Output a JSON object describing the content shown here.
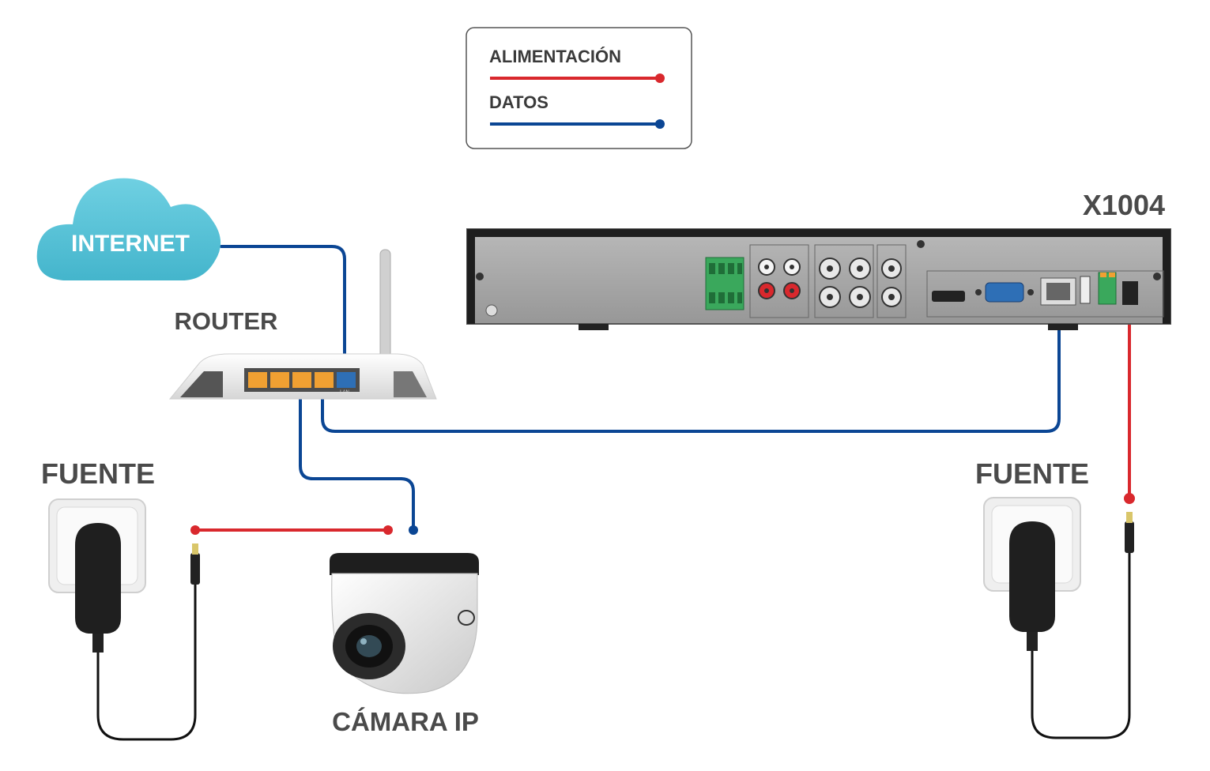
{
  "legend": {
    "power_label": "ALIMENTACIÓN",
    "data_label": "DATOS",
    "power_color": "#d9282d",
    "data_color": "#0b4694"
  },
  "labels": {
    "internet": "INTERNET",
    "router": "ROUTER",
    "dvr": "X1004",
    "power_left": "FUENTE",
    "power_right": "FUENTE",
    "camera": "CÁMARA IP"
  },
  "colors": {
    "cloud": "#5cc6d9",
    "dvr_body": "#a6a6a6",
    "port_orange": "#f0a032",
    "port_blue": "#2e6fb6",
    "green_terminal": "#3aa85c"
  },
  "icons": {
    "cloud": "cloud-icon",
    "router": "router-icon",
    "dvr": "dvr-icon",
    "camera": "dome-camera-icon",
    "wall_socket": "wall-socket-icon",
    "adapter": "power-adapter-icon"
  }
}
